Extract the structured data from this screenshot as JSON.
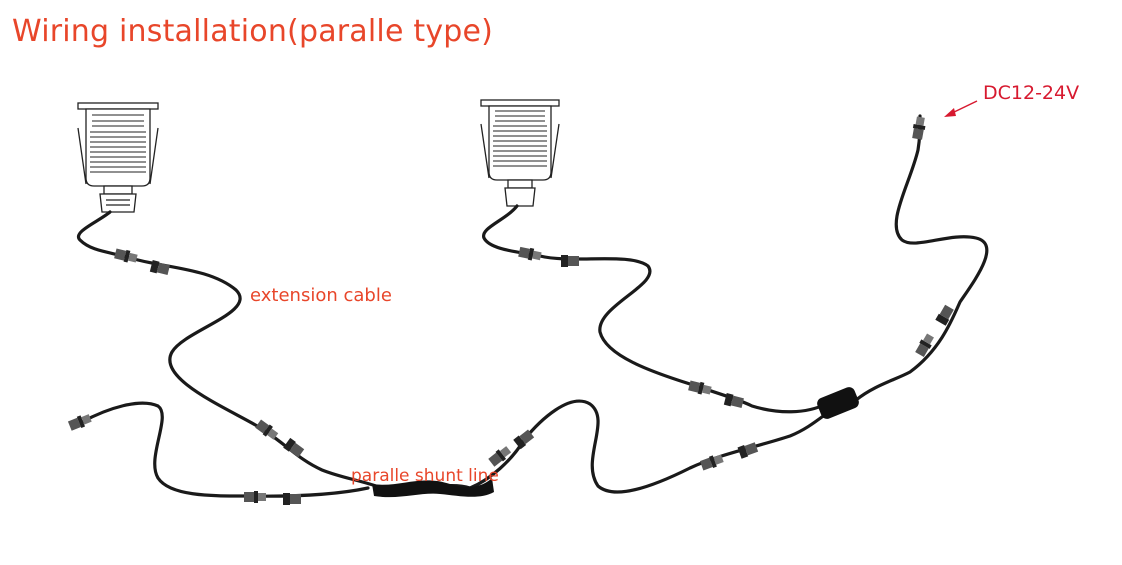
{
  "title": "Wiring installation(paralle type)",
  "labels": {
    "extension_cable": "extension cable",
    "shunt_line": "paralle shunt line",
    "power": "DC12-24V"
  },
  "colors": {
    "title": "#e8462a",
    "labels": "#e8462a",
    "power_label": "#d7192f",
    "cable": "#1a1a1a"
  }
}
